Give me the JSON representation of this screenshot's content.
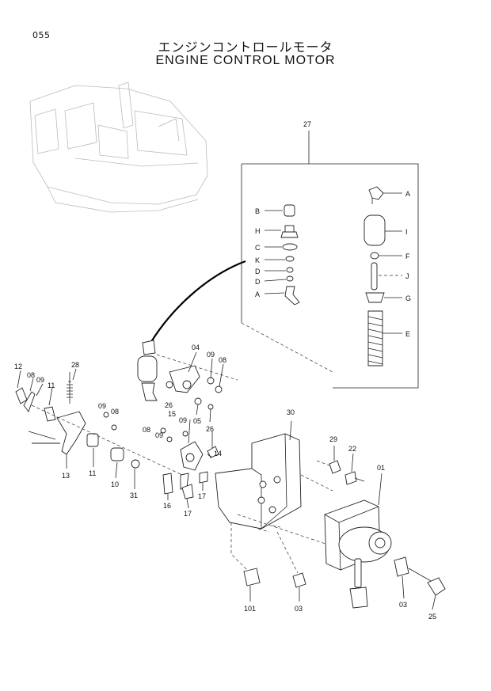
{
  "page": {
    "number": "055"
  },
  "title": {
    "japanese": "エンジンコントロールモータ",
    "english": "ENGINE CONTROL MOTOR"
  },
  "detail_box": {
    "assembly_ref": "27",
    "left_labels": [
      "B",
      "H",
      "C",
      "K",
      "D",
      "D",
      "A"
    ],
    "right_labels": [
      "A",
      "I",
      "F",
      "J",
      "G",
      "E"
    ]
  },
  "callouts": {
    "c12": "12",
    "c08a": "08",
    "c09a": "09",
    "c28": "28",
    "c11a": "11",
    "c04": "04",
    "c09b": "09",
    "c08b": "08",
    "c09c": "09",
    "c08c": "08",
    "c26a": "26",
    "c15": "15",
    "c09d": "09",
    "c05": "05",
    "c26b": "26",
    "c08d": "08",
    "c09e": "09",
    "c14": "14",
    "c30": "30",
    "c13": "13",
    "c11b": "11",
    "c10": "10",
    "c31": "31",
    "c16": "16",
    "c17a": "17",
    "c17b": "17",
    "c29": "29",
    "c22": "22",
    "c01": "01",
    "c101": "101",
    "c03a": "03",
    "c03b": "03",
    "c25": "25"
  }
}
